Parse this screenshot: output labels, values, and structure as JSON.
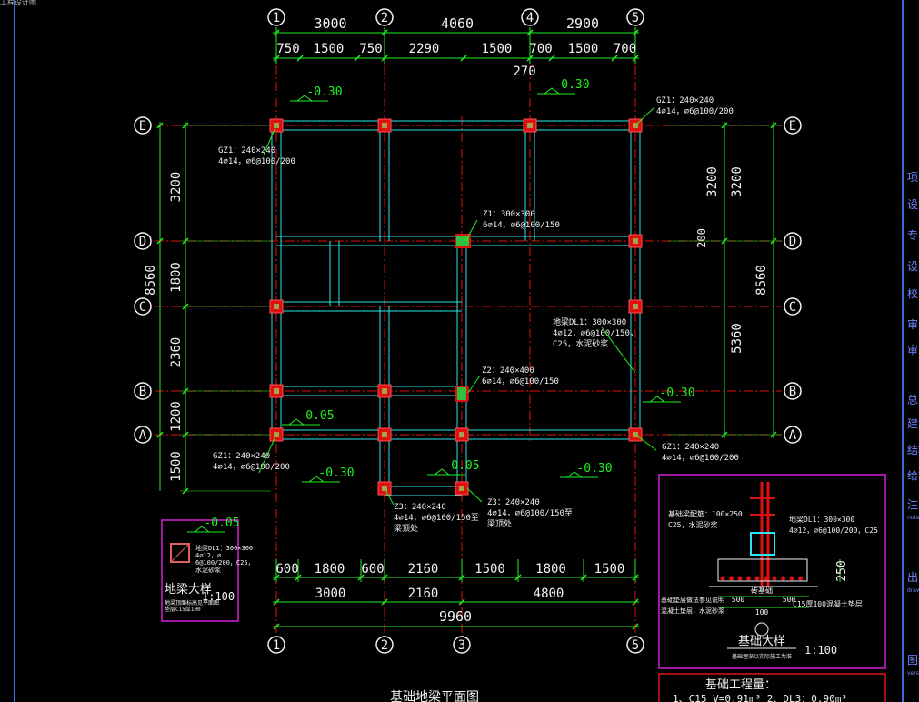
{
  "window": {
    "tab_title": "工程设计图"
  },
  "drawing": {
    "title": "基础地梁平面图",
    "top_axes": [
      "1",
      "2",
      "4",
      "5"
    ],
    "bottom_axes": [
      "1",
      "2",
      "3",
      "5"
    ],
    "row_axes": [
      "E",
      "D",
      "C",
      "B",
      "A"
    ],
    "top_dims_main": [
      "3000",
      "4060",
      "2900"
    ],
    "top_dims_sub": [
      "750",
      "1500",
      "750",
      "2290",
      "1500",
      "700",
      "1500",
      "700"
    ],
    "top_extra": "270",
    "bottom_dims_row1": [
      "600",
      "1800",
      "600",
      "2160",
      "1500",
      "1800",
      "1500"
    ],
    "bottom_dims_row2": [
      "3000",
      "2160",
      "4800"
    ],
    "bottom_total": "9960",
    "left_dims": [
      "3200",
      "1800",
      "2360",
      "1200",
      "1500"
    ],
    "left_total": "8560",
    "right_dims": [
      "3200",
      "3200",
      "200",
      "5360"
    ],
    "right_total": "8560",
    "elevations": [
      "-0.30",
      "-0.30",
      "-0.05",
      "-0.30",
      "-0.05",
      "-0.30",
      "-0.30",
      "-0.05"
    ],
    "notes": {
      "gz_top_right": [
        "GZ1：240×240",
        "4⌀14，⌀6@100/200"
      ],
      "gz_top_left": [
        "GZ1：240×240",
        "4⌀14，⌀6@100/200"
      ],
      "z1": [
        "Z1：300×300",
        "6⌀14，⌀6@100/150"
      ],
      "dl": [
        "地梁DL1：300×300",
        "4⌀12，⌀6@100/150，",
        "C25，水泥砂浆"
      ],
      "z2": [
        "Z2：240×400",
        "6⌀14，⌀6@100/150"
      ],
      "gz_bottom_right": [
        "GZ1：240×240",
        "4⌀14，⌀6@100/200"
      ],
      "gz_bottom_left": [
        "GZ1：240×240",
        "4⌀14，⌀6@100/200"
      ],
      "z3_left": [
        "Z3：240×240",
        "4⌀14，⌀6@100/150至",
        "梁顶处"
      ],
      "z3_right": [
        "Z3：240×240",
        "4⌀14，⌀6@100/150至",
        "梁顶处"
      ]
    },
    "detail_left": {
      "elevation": "-0.05",
      "text": [
        "地梁DL1：300×300",
        "4⌀12，⌀",
        "6@100/200，C25，",
        "水泥砂浆"
      ],
      "title": "地梁大样",
      "note": [
        "地梁顶面标高见平面图",
        "垫层C15厚100"
      ],
      "scale": "1:100"
    },
    "detail_right": {
      "left_notes": [
        "基础梁配筋：100×250",
        "C25，水泥砂浆"
      ],
      "right_notes": [
        "地梁DL1：300×300",
        "4⌀12，⌀6@100/200，C25"
      ],
      "bottom_note_left": [
        "基础垫层做法参见说明",
        "混凝土垫层，水泥砂浆"
      ],
      "bottom_note_right": "C15厚100混凝土垫层",
      "dim_250": "250",
      "dim_500a": "500",
      "dim_500b": "500",
      "dim_100": "100",
      "label_mid": "砖基础",
      "title": "基础大样",
      "subnote": "基础埋深以实际施工为准",
      "scale": "1:100"
    },
    "quantity_box": {
      "title": "基础工程量：",
      "line": "1、C15 V=0.91m³  2、DL3：0.90m³"
    }
  },
  "right_panel": {
    "items": [
      "项",
      "设",
      "专",
      "设",
      "校",
      "审",
      "审",
      "总图",
      "建筑",
      "结构",
      "给排",
      "注",
      "出",
      "图纸"
    ],
    "small": [
      "notes",
      "drawing",
      "version"
    ]
  }
}
